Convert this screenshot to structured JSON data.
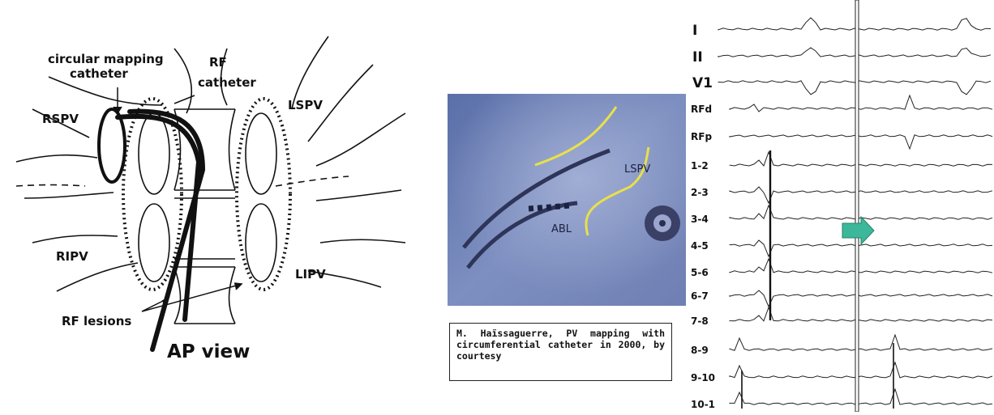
{
  "diagram": {
    "labels": {
      "circular_mapping": [
        "circular mapping",
        "catheter"
      ],
      "rf_catheter": [
        "RF",
        "catheter"
      ],
      "rspv": "RSPV",
      "lspv": "LSPV",
      "ripv": "RIPV",
      "lipv": "LIPV",
      "rf_lesions": "RF lesions",
      "ap_view": "AP view"
    }
  },
  "fluoro": {
    "labels": {
      "lspv": "LSPV",
      "abl": "ABL"
    },
    "accent_color": "#e8e04a"
  },
  "caption": {
    "text": "M. Haïssaguerre, PV mapping with circumferential catheter in 2000, by courtesy"
  },
  "ecg": {
    "leads": [
      "I",
      "II",
      "V1",
      "RFd",
      "RFp",
      "1-2",
      "2-3",
      "3-4",
      "4-5",
      "5-6",
      "6-7",
      "7-8",
      "8-9",
      "9-10",
      "10-1"
    ],
    "arrow_color": "#3bb89a"
  }
}
